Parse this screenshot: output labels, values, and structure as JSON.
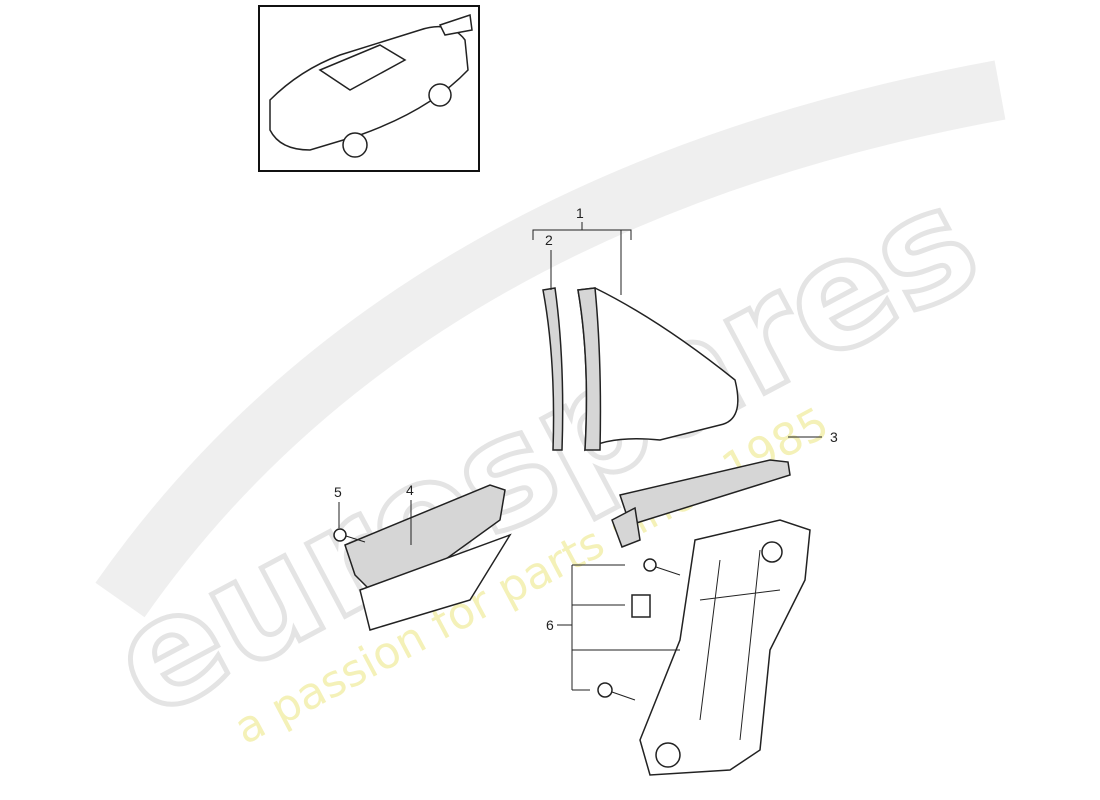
{
  "watermark": {
    "brand": "eurospares",
    "tagline": "a passion for parts since 1985",
    "brand_color": "#e4e4e4",
    "tagline_color": "#f4f1b8"
  },
  "thumbnail": {
    "subject": "car-overview-image"
  },
  "callouts": [
    "1",
    "2",
    "3",
    "4",
    "5",
    "6"
  ]
}
